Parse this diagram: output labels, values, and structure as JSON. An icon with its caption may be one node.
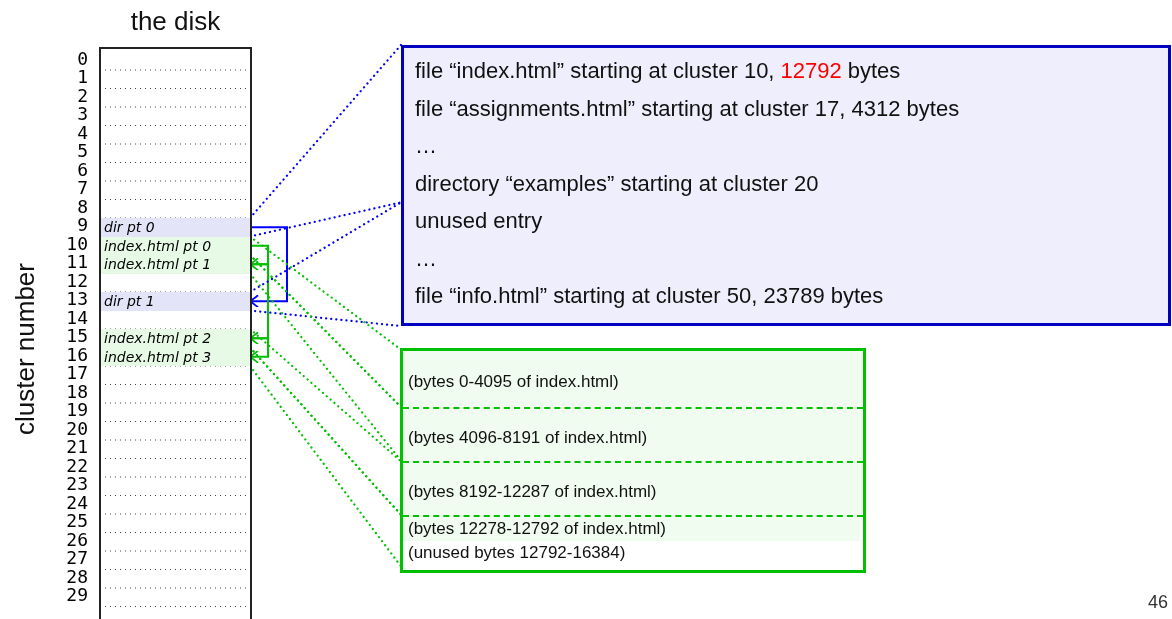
{
  "diagram": {
    "nodes": [
      {
        "text": [
          "the disk"
        ]
      },
      {
        "text": [
          "dir pt 0"
        ],
        "in": 0
      },
      {
        "text": [
          "index.html pt 0"
        ],
        "in": 0
      },
      {
        "text": [
          "index.html pt 1"
        ],
        "in": 0
      },
      {
        "text": [
          "dir pt 1"
        ],
        "in": 0
      },
      {
        "text": [
          "index.html pt 2"
        ],
        "in": 0
      },
      {
        "text": [
          "index.html pt 3"
        ],
        "in": 0
      },
      {
        "text": [
          "file “index.html” starting at cluster 10,",
          "12792",
          "bytes",
          "file “assignments.html” starting at cluster 17, 4312 bytes",
          "…",
          "directory “examples” starting at cluster 20",
          "unused entry",
          "…",
          "file “info.html” starting at cluster 50, 23789 bytes"
        ]
      },
      {
        "text": [],
        "shape": "box"
      },
      {
        "text": [
          "(bytes 0-4095 of index.html)"
        ],
        "in": 8
      },
      {
        "text": [
          "(bytes 4096-8191 of index.html)"
        ],
        "in": 8
      },
      {
        "text": [
          "(bytes 8192-12287 of index.html)"
        ],
        "in": 8
      },
      {
        "text": [
          "(bytes 12278-12792 of index.html)",
          "(unused bytes 12792-16384)"
        ],
        "in": 8
      }
    ],
    "edges": [
      {
        "from": 1,
        "to": 4,
        "arrow": "to",
        "color": "#0000ff"
      },
      {
        "from": 2,
        "to": 3,
        "arrow": "to"
      },
      {
        "from": 3,
        "to": 5,
        "arrow": "to"
      },
      {
        "from": 5,
        "to": 6,
        "arrow": "to"
      },
      {
        "from": 1,
        "to": 7,
        "arrow": "none",
        "style": "dashed",
        "color": "#0000ff"
      },
      {
        "from": 4,
        "to": 7,
        "arrow": "none",
        "style": "dashed",
        "color": "#0000ff"
      },
      {
        "from": 2,
        "to": 9,
        "arrow": "none",
        "style": "dashed"
      },
      {
        "from": 3,
        "to": 10,
        "arrow": "none",
        "style": "dashed"
      },
      {
        "from": 5,
        "to": 11,
        "arrow": "none",
        "style": "dashed"
      },
      {
        "from": 6,
        "to": 12,
        "arrow": "none",
        "style": "dashed"
      }
    ],
    "labels": [
      "0",
      "1",
      "2",
      "3",
      "4",
      "5",
      "6",
      "7",
      "8",
      "9",
      "10",
      "11",
      "12",
      "13",
      "14",
      "15",
      "16",
      "17",
      "18",
      "19",
      "20",
      "21",
      "22",
      "23",
      "24",
      "25",
      "26",
      "27",
      "28",
      "29",
      "cluster number",
      "46"
    ]
  }
}
